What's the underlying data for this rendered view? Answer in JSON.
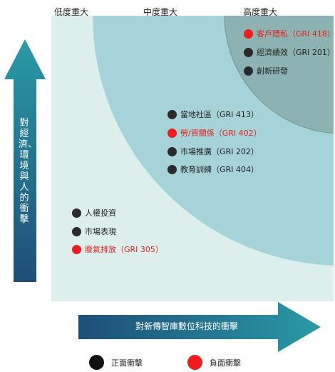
{
  "levels": {
    "low": "低度重大",
    "mid": "中度重大",
    "high": "高度重大"
  },
  "y_axis": {
    "label": "對經濟、環境與人的衝擊"
  },
  "x_axis": {
    "label": "對新傳智庫數位科技的衝擊"
  },
  "colors": {
    "positive": "#2a2a2a",
    "negative": "#ee1c1c",
    "outer_zone": "#dcefec",
    "mid_zone": "#a6d3d8",
    "high_zone": "#8cb3b1",
    "arrow_dark": "#1d4e78",
    "arrow_teal": "#2a9aa6"
  },
  "high_items": [
    {
      "label": "客戶隱私（GRI 418）",
      "impact": "negative"
    },
    {
      "label": "經濟績效（GRI 201）",
      "impact": "positive"
    },
    {
      "label": "創新研發",
      "impact": "positive"
    }
  ],
  "mid_items": [
    {
      "label": "當地社區（GRI 413）",
      "impact": "positive"
    },
    {
      "label": "勞/資關係（GRI 402）",
      "impact": "negative"
    },
    {
      "label": "市場推廣（GRI 202）",
      "impact": "positive"
    },
    {
      "label": "教育訓練（GRI 404）",
      "impact": "positive"
    }
  ],
  "low_items": [
    {
      "label": "人權投資",
      "impact": "positive"
    },
    {
      "label": "市場表現",
      "impact": "positive"
    },
    {
      "label": "廢氣排放（GRI 305）",
      "impact": "negative"
    }
  ],
  "legend": {
    "positive": "正面衝擊",
    "negative": "負面衝擊"
  }
}
